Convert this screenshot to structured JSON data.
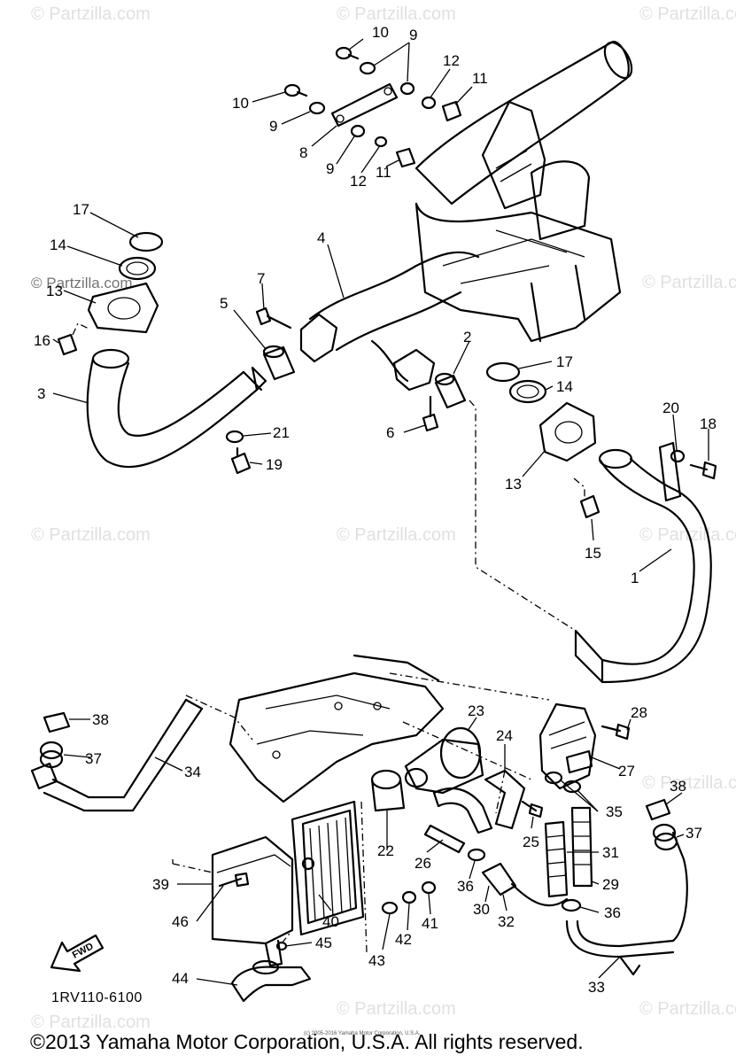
{
  "watermark": "© Partzilla.com",
  "callouts": [
    {
      "id": "c10a",
      "text": "10"
    },
    {
      "id": "c9a",
      "text": "9"
    },
    {
      "id": "c12a",
      "text": "12"
    },
    {
      "id": "c11a",
      "text": "11"
    },
    {
      "id": "c10b",
      "text": "10"
    },
    {
      "id": "c9b",
      "text": "9"
    },
    {
      "id": "c8",
      "text": "8"
    },
    {
      "id": "c9c",
      "text": "9"
    },
    {
      "id": "c12b",
      "text": "12"
    },
    {
      "id": "c11b",
      "text": "11"
    },
    {
      "id": "c17a",
      "text": "17"
    },
    {
      "id": "c14a",
      "text": "14"
    },
    {
      "id": "c13a",
      "text": "13"
    },
    {
      "id": "c4",
      "text": "4"
    },
    {
      "id": "c7",
      "text": "7"
    },
    {
      "id": "c5",
      "text": "5"
    },
    {
      "id": "c16",
      "text": "16"
    },
    {
      "id": "c3",
      "text": "3"
    },
    {
      "id": "c2",
      "text": "2"
    },
    {
      "id": "c17b",
      "text": "17"
    },
    {
      "id": "c14b",
      "text": "14"
    },
    {
      "id": "c6",
      "text": "6"
    },
    {
      "id": "c21",
      "text": "21"
    },
    {
      "id": "c19",
      "text": "19"
    },
    {
      "id": "c20",
      "text": "20"
    },
    {
      "id": "c18",
      "text": "18"
    },
    {
      "id": "c13b",
      "text": "13"
    },
    {
      "id": "c15",
      "text": "15"
    },
    {
      "id": "c1",
      "text": "1"
    },
    {
      "id": "c23",
      "text": "23"
    },
    {
      "id": "c28",
      "text": "28"
    },
    {
      "id": "c24",
      "text": "24"
    },
    {
      "id": "c27",
      "text": "27"
    },
    {
      "id": "c38a",
      "text": "38"
    },
    {
      "id": "c37a",
      "text": "37"
    },
    {
      "id": "c34",
      "text": "34"
    },
    {
      "id": "c35",
      "text": "35"
    },
    {
      "id": "c38b",
      "text": "38"
    },
    {
      "id": "c25",
      "text": "25"
    },
    {
      "id": "c22",
      "text": "22"
    },
    {
      "id": "c26",
      "text": "26"
    },
    {
      "id": "c31",
      "text": "31"
    },
    {
      "id": "c37b",
      "text": "37"
    },
    {
      "id": "c29",
      "text": "29"
    },
    {
      "id": "c39",
      "text": "39"
    },
    {
      "id": "c36a",
      "text": "36"
    },
    {
      "id": "c30",
      "text": "30"
    },
    {
      "id": "c32",
      "text": "32"
    },
    {
      "id": "c36b",
      "text": "36"
    },
    {
      "id": "c46",
      "text": "46"
    },
    {
      "id": "c40",
      "text": "40"
    },
    {
      "id": "c43",
      "text": "43"
    },
    {
      "id": "c42",
      "text": "42"
    },
    {
      "id": "c41",
      "text": "41"
    },
    {
      "id": "c45",
      "text": "45"
    },
    {
      "id": "c44",
      "text": "44"
    },
    {
      "id": "c33",
      "text": "33"
    }
  ],
  "fwd_label": "FWD",
  "diagram_code": "1RV110-6100",
  "copyright": "©2013 Yamaha Motor Corporation, U.S.A. All rights reserved.",
  "fine_print": "(c) 2005-2016 Yamaha Motor Corporation, U.S.A."
}
